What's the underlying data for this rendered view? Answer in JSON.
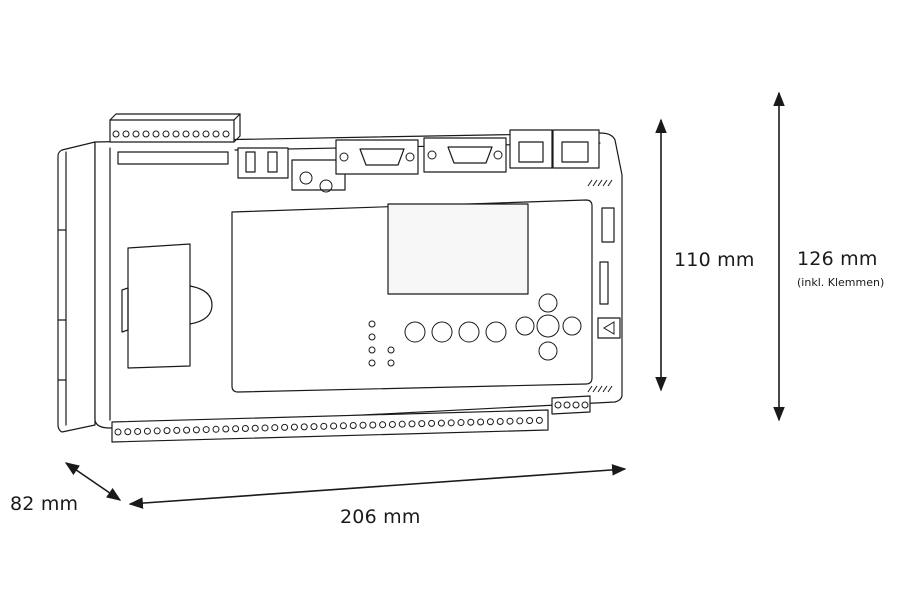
{
  "dimensions": {
    "depth": "82 mm",
    "width": "206 mm",
    "height_body": "110 mm",
    "height_total": "126 mm",
    "height_total_note": "(inkl. Klemmen)"
  },
  "colors": {
    "line": "#1a1a1a",
    "device_fill": "#ffffff",
    "display_fill": "#f7f7f7",
    "background": "#ffffff"
  }
}
